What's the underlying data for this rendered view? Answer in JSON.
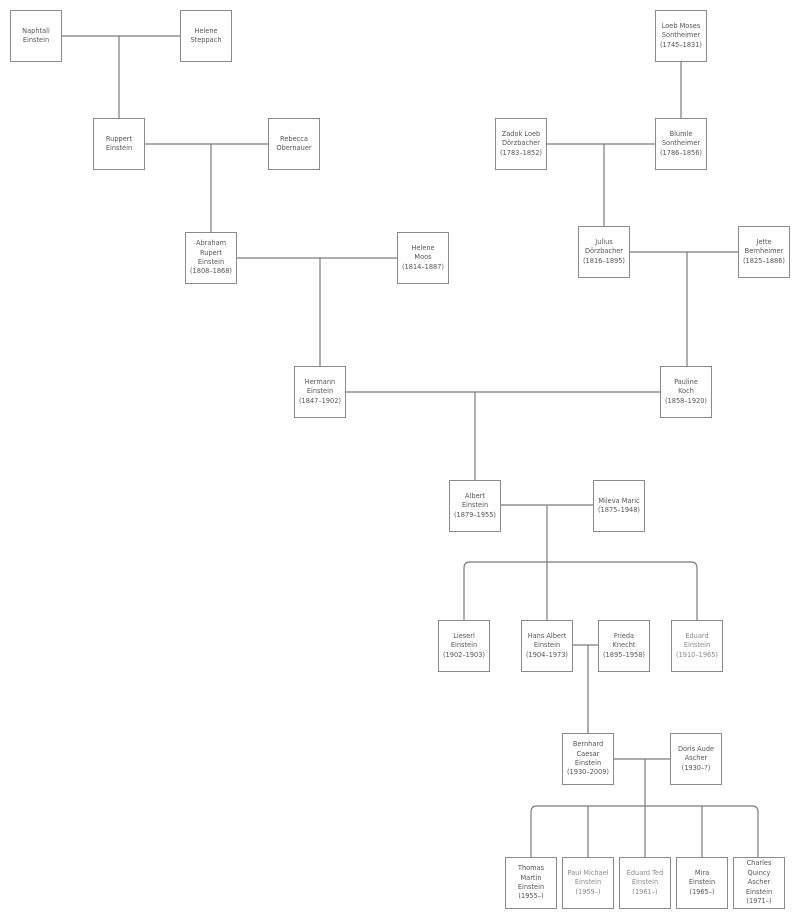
{
  "people": {
    "naphtali": {
      "name": "Naphtali Einstein",
      "lines": [
        "Naphtali",
        "Einstein"
      ]
    },
    "helene_steppach": {
      "name": "Helene Steppach",
      "lines": [
        "Helene",
        "Steppach"
      ]
    },
    "ruppert": {
      "name": "Ruppert Einstein",
      "lines": [
        "Ruppert",
        "Einstein"
      ]
    },
    "rebecca": {
      "name": "Rebecca Obernauer",
      "lines": [
        "Rebecca",
        "Obernauer"
      ]
    },
    "abraham": {
      "name": "Abraham Rupert Einstein",
      "lines": [
        "Abraham",
        "Rupert",
        "Einstein",
        "(1808–1868)"
      ]
    },
    "helene_moos": {
      "name": "Helene Moos",
      "lines": [
        "Helene",
        "Moos",
        "(1814–1887)"
      ]
    },
    "loeb_moses": {
      "name": "Loeb Moses Sontheimer",
      "lines": [
        "Loeb Moses",
        "Sontheimer",
        "(1745–1831)"
      ]
    },
    "zadok": {
      "name": "Zadok Loeb Dörzbacher",
      "lines": [
        "Zadok Loeb",
        "Dörzbacher",
        "(1783–1852)"
      ]
    },
    "blumle": {
      "name": "Blumle Sontheimer",
      "lines": [
        "Blumle",
        "Sontheimer",
        "(1786–1856)"
      ]
    },
    "julius": {
      "name": "Julius Dörzbacher",
      "lines": [
        "Julius",
        "Dörzbacher",
        "(1816–1895)"
      ]
    },
    "jette": {
      "name": "Jette Bernheimer",
      "lines": [
        "Jette",
        "Bernheimer",
        "(1825–1886)"
      ]
    },
    "hermann": {
      "name": "Hermann Einstein",
      "lines": [
        "Hermann",
        "Einstein",
        "(1847–1902)"
      ]
    },
    "pauline": {
      "name": "Pauline Koch",
      "lines": [
        "Pauline",
        "Koch",
        "(1858–1920)"
      ]
    },
    "albert": {
      "name": "Albert Einstein",
      "lines": [
        "Albert",
        "Einstein",
        "(1879–1955)"
      ]
    },
    "mileva": {
      "name": "Mileva Marić",
      "lines": [
        "Mileva Marić",
        "(1875–1948)"
      ]
    },
    "lieserl": {
      "name": "Lieserl Einstein",
      "lines": [
        "Lieserl",
        "Einstein",
        "(1902–1903)"
      ]
    },
    "hans_albert": {
      "name": "Hans Albert Einstein",
      "lines": [
        "Hans Albert",
        "Einstein",
        "(1904–1973)"
      ]
    },
    "frieda": {
      "name": "Frieda Knecht",
      "lines": [
        "Frieda",
        "Knecht",
        "(1895–1958)"
      ]
    },
    "eduard": {
      "name": "Eduard Einstein",
      "lines": [
        "Eduard",
        "Einstein",
        "(1910–1965)"
      ]
    },
    "bernhard": {
      "name": "Bernhard Caesar Einstein",
      "lines": [
        "Bernhard",
        "Caesar",
        "Einstein",
        "(1930–2009)"
      ]
    },
    "doris": {
      "name": "Doris Aude Ascher",
      "lines": [
        "Doris Aude",
        "Ascher",
        "(1930–?)"
      ]
    },
    "thomas": {
      "name": "Thomas Martin Einstein",
      "lines": [
        "Thomas",
        "Martin",
        "Einstein",
        "(1955–)"
      ]
    },
    "paul": {
      "name": "Paul Michael Einstein",
      "lines": [
        "Paul Michael",
        "Einstein",
        "(1959–)"
      ]
    },
    "eduard_ted": {
      "name": "Eduard Ted Einstein",
      "lines": [
        "Eduard Ted",
        "Einstein",
        "(1961–)"
      ]
    },
    "mira": {
      "name": "Mira Einstein",
      "lines": [
        "Mira",
        "Einstein",
        "(1965–)"
      ]
    },
    "charles": {
      "name": "Charles Quincy Ascher Einstein",
      "lines": [
        "Charles",
        "Quincy",
        "Ascher",
        "Einstein",
        "(1971–)"
      ]
    }
  },
  "colors": {
    "line": "#7a7a7a",
    "border": "#8a8a8a",
    "text": "#555555"
  }
}
